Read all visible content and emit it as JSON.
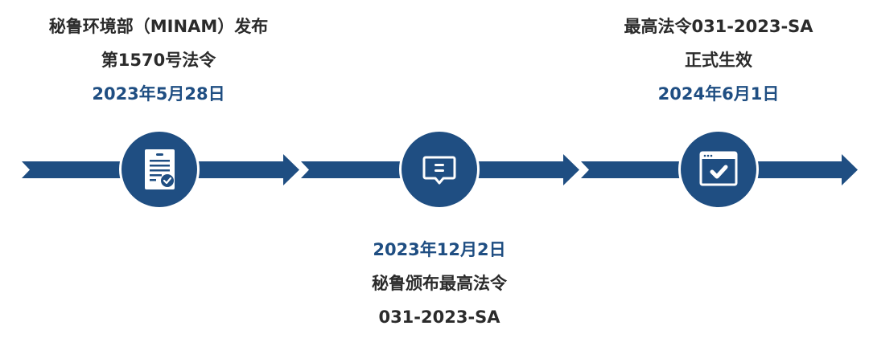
{
  "colors": {
    "accent": "#1f4e82",
    "text_dark": "#2b2b2b",
    "background": "#ffffff"
  },
  "milestones": [
    {
      "position": "top",
      "title_line1": "秘鲁环境部（MINAM）发布",
      "title_line2": "第1570号法令",
      "date": "2023年5月28日",
      "icon": "document-check-icon"
    },
    {
      "position": "bottom",
      "date": "2023年12月2日",
      "title_line1": "秘鲁颁布最高法令",
      "title_line2": "031-2023-SA",
      "icon": "chat-message-icon"
    },
    {
      "position": "top",
      "title_line1": "最高法令031-2023-SA",
      "title_line2": "正式生效",
      "date": "2024年6月1日",
      "icon": "browser-window-check-icon"
    }
  ]
}
